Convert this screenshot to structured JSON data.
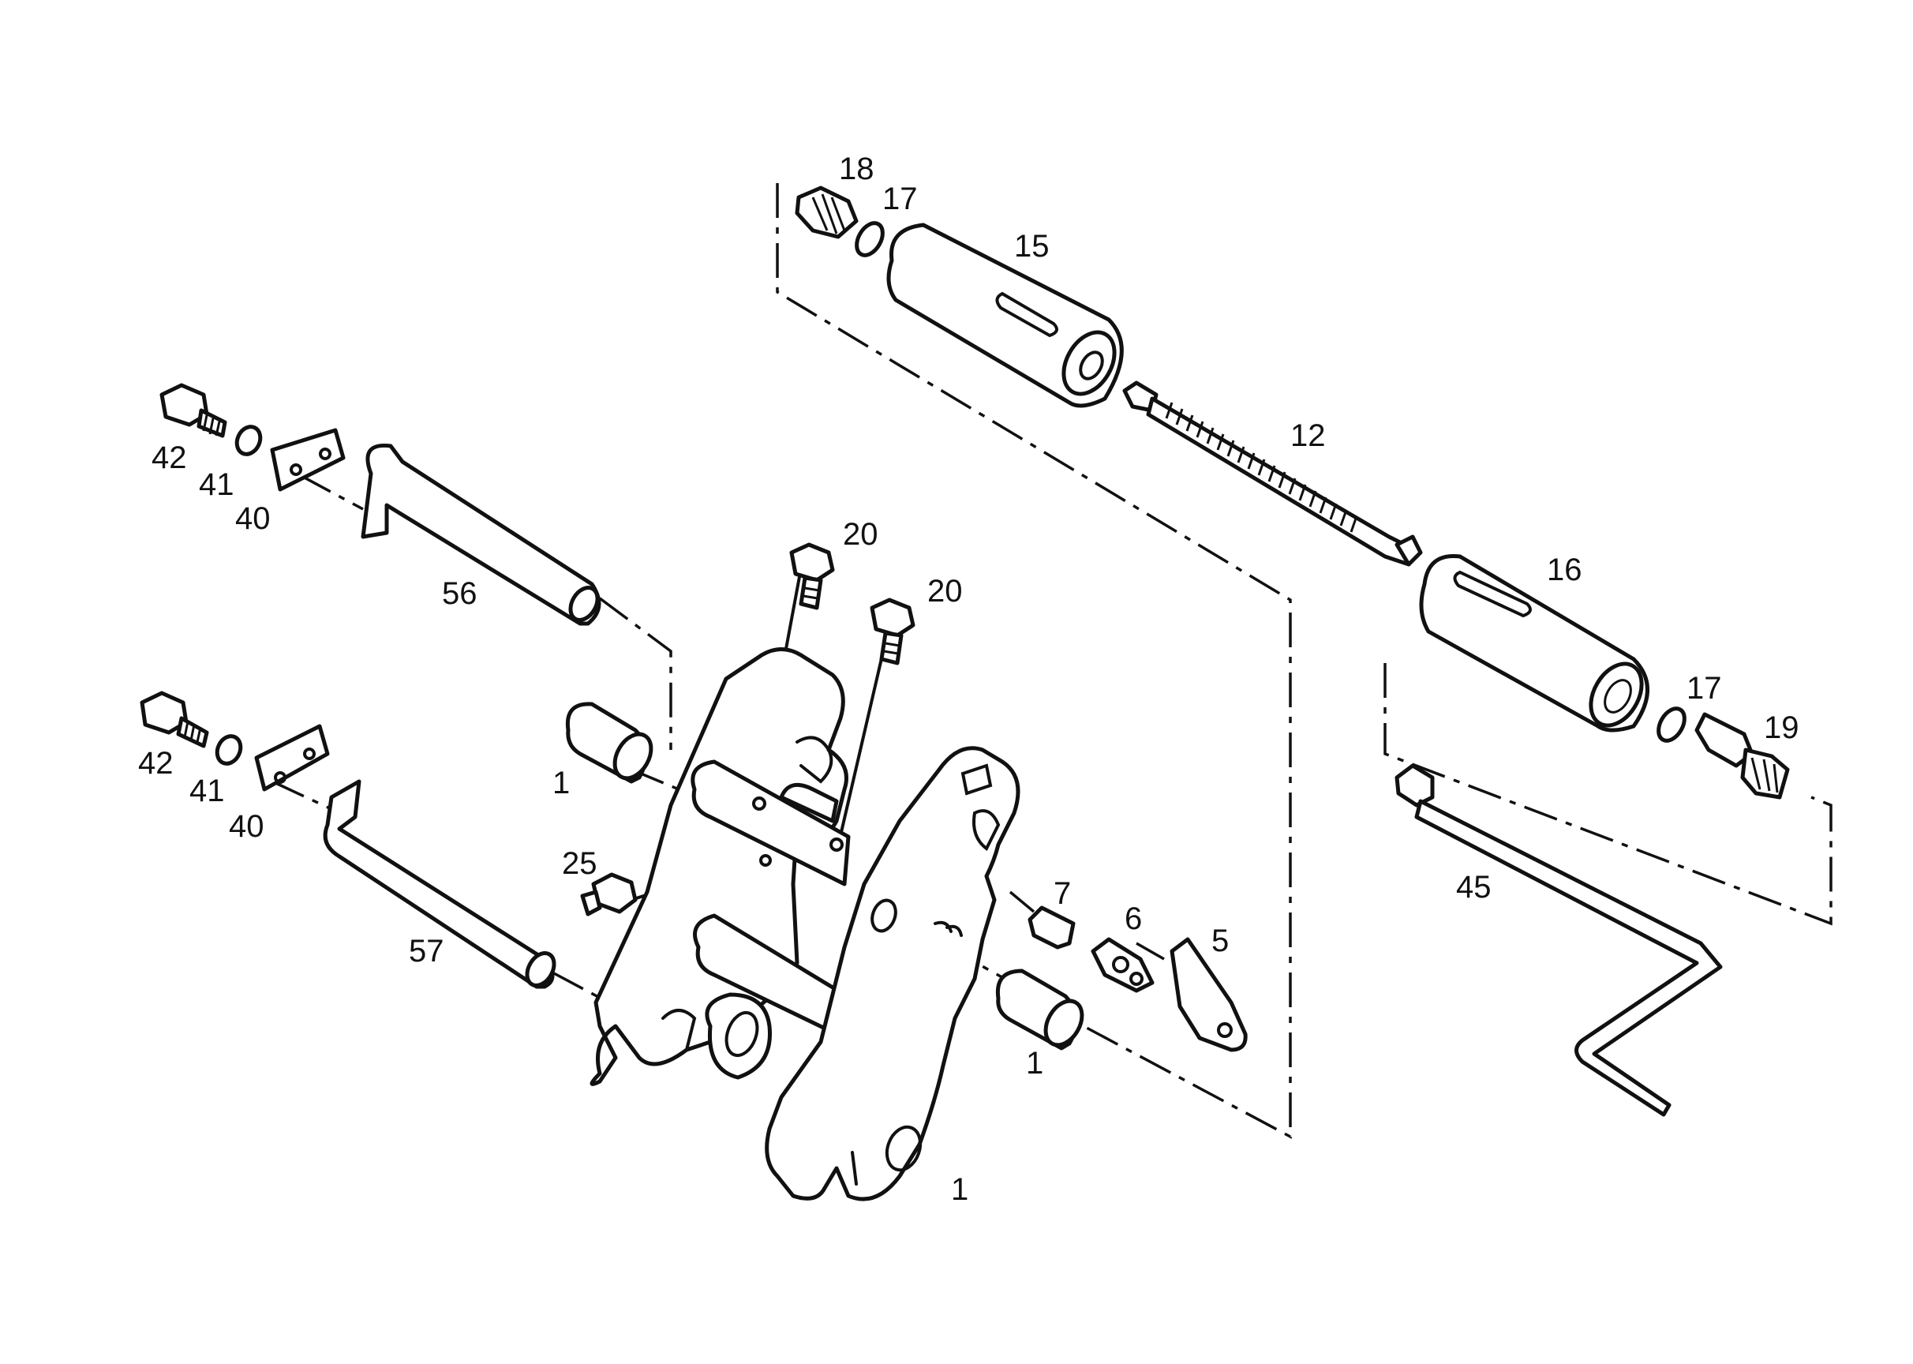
{
  "labels": {
    "p18": "18",
    "p17a": "17",
    "p15": "15",
    "p12": "12",
    "p16": "16",
    "p17b": "17",
    "p19": "19",
    "p45": "45",
    "p20a": "20",
    "p20b": "20",
    "p42a": "42",
    "p41a": "41",
    "p40a": "40",
    "p56": "56",
    "p42b": "42",
    "p41b": "41",
    "p40b": "40",
    "p57": "57",
    "p1a": "1",
    "p1b": "1",
    "p1c": "1",
    "p25": "25",
    "p7": "7",
    "p6": "6",
    "p5": "5"
  }
}
